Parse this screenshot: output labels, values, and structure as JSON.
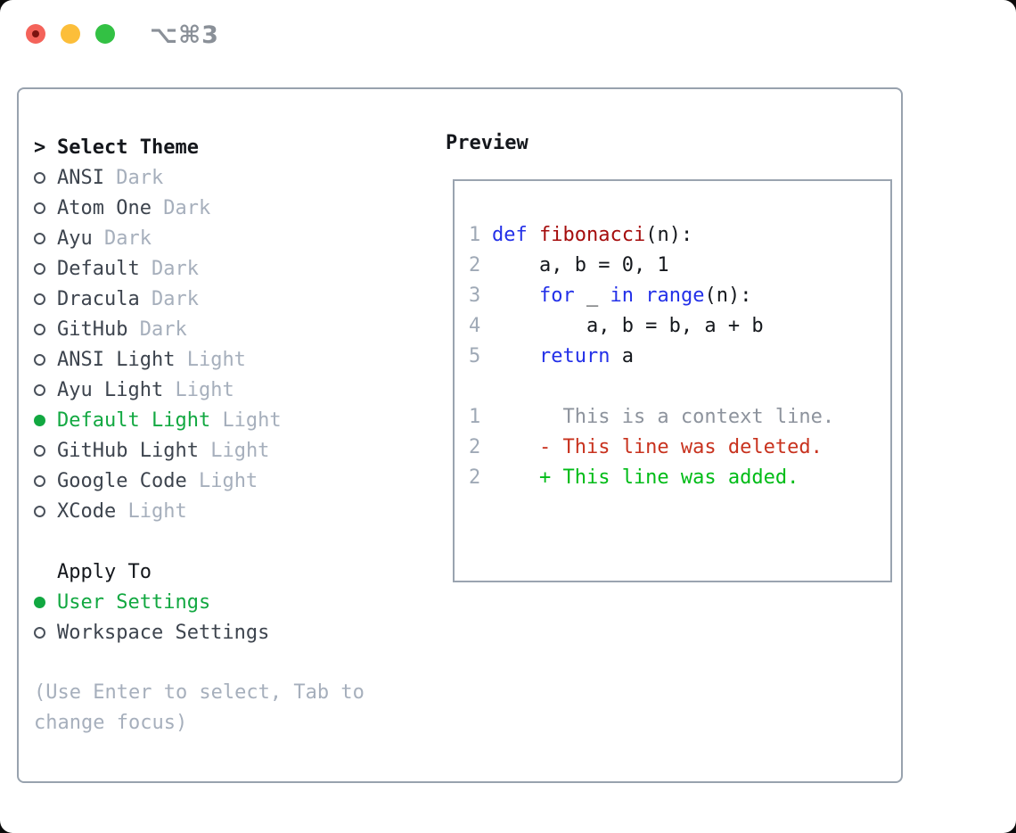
{
  "window": {
    "title": "⌥⌘3"
  },
  "colors": {
    "accent_green": "#12a841",
    "diff_added_green": "#00bc17",
    "diff_deleted_red": "#c8321e",
    "keyword_blue": "#2330e8",
    "function_red": "#a50d0d",
    "muted_gray": "#a6afbc",
    "border_gray": "#98a2ae",
    "traffic_red": "#f4635a",
    "traffic_yellow": "#fcbe3a",
    "traffic_green": "#33c144"
  },
  "theme_panel": {
    "header": {
      "prompt": ">",
      "label": "Select Theme"
    },
    "items": [
      {
        "name": "ANSI",
        "variant": "Dark",
        "selected": false
      },
      {
        "name": "Atom One",
        "variant": "Dark",
        "selected": false
      },
      {
        "name": "Ayu",
        "variant": "Dark",
        "selected": false
      },
      {
        "name": "Default",
        "variant": "Dark",
        "selected": false
      },
      {
        "name": "Dracula",
        "variant": "Dark",
        "selected": false
      },
      {
        "name": "GitHub",
        "variant": "Dark",
        "selected": false
      },
      {
        "name": "ANSI Light",
        "variant": "Light",
        "selected": false
      },
      {
        "name": "Ayu Light",
        "variant": "Light",
        "selected": false
      },
      {
        "name": "Default Light",
        "variant": "Light",
        "selected": true
      },
      {
        "name": "GitHub Light",
        "variant": "Light",
        "selected": false
      },
      {
        "name": "Google Code",
        "variant": "Light",
        "selected": false
      },
      {
        "name": "XCode",
        "variant": "Light",
        "selected": false
      }
    ]
  },
  "apply_panel": {
    "header": "Apply To",
    "items": [
      {
        "label": "User Settings",
        "selected": true
      },
      {
        "label": "Workspace Settings",
        "selected": false
      }
    ]
  },
  "help_text": "(Use Enter to select, Tab to change focus)",
  "preview": {
    "title": "Preview",
    "python": [
      {
        "num": "1",
        "t0": "def",
        "t1": " fibonacci",
        "t2": "(n):"
      },
      {
        "num": "2",
        "t0": "    a, b = 0, 1"
      },
      {
        "num": "3",
        "t0": "    ",
        "t1": "for",
        "t2": " _ ",
        "t3": "in",
        "t4": " ",
        "t5": "range",
        "t6": "(n):"
      },
      {
        "num": "4",
        "t0": "        a, b = b, a + b"
      },
      {
        "num": "5",
        "t0": "    ",
        "t1": "return",
        "t2": " a"
      }
    ],
    "diff": [
      {
        "num": "1",
        "kind": "context",
        "text": "      This is a context line."
      },
      {
        "num": "2",
        "kind": "deleted",
        "text": "    - This line was deleted."
      },
      {
        "num": "2",
        "kind": "added",
        "text": "    + This line was added."
      }
    ]
  }
}
